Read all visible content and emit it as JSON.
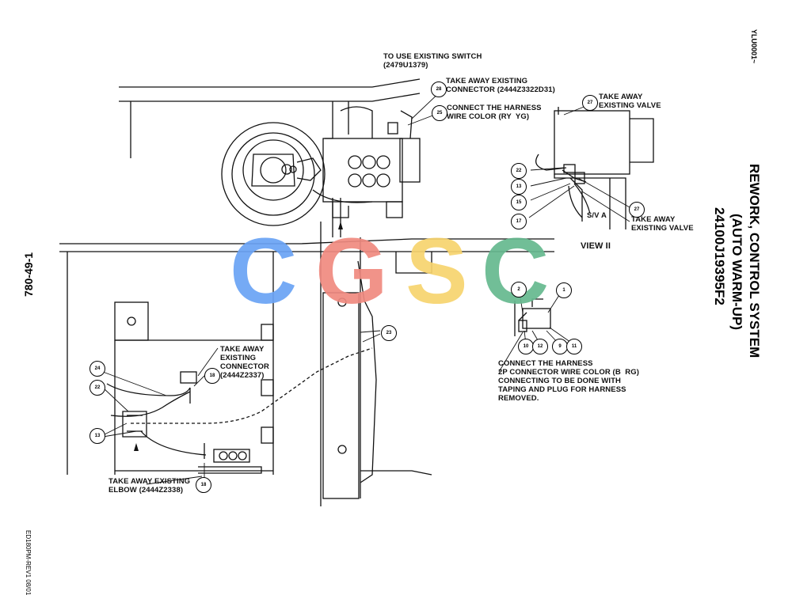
{
  "title": {
    "line1": "REWORK, CONTROL SYSTEM",
    "line2": "(AUTO WARM-UP)",
    "line3": "24100J19395F2"
  },
  "page_code": "YLU0001~",
  "page_number": "780-49-1",
  "footer_code": "ED180PM-REV1  08/01",
  "view_label": "VIEW II",
  "watermark": {
    "letters": [
      "C",
      "G",
      "S",
      "C"
    ],
    "colors": [
      "#6aa3f5",
      "#f08a80",
      "#f7d46e",
      "#66b98f"
    ]
  },
  "notes": {
    "use_switch": "TO USE EXISTING SWITCH\n(2479U1379)",
    "take_away_connector_top": "TAKE AWAY EXISTING\nCONNECTOR (2444Z3322D31)",
    "connect_harness_top": "CONNECT THE HARNESS\nWIRE COLOR (RY  YG)",
    "take_away_valve_top": "TAKE AWAY\nEXISTING VALVE",
    "take_away_valve_bottom": "TAKE AWAY\nEXISTING VALVE",
    "sv_a": "S/V A",
    "take_away_connector_mid": "TAKE AWAY\nEXISTING\nCONNECTOR\n(2444Z2337)",
    "take_away_elbow": "TAKE AWAY EXISTING\nELBOW (2444Z2338)",
    "connect_harness_2p": "CONNECT THE HARNESS\n2P CONNECTOR WIRE COLOR (B  RG)\nCONNECTING TO BE DONE WITH\nTAPING AND PLUG FOR HARNESS\nREMOVED."
  },
  "callouts": {
    "c28": "28",
    "c25a": "25",
    "c27a": "27",
    "c22a": "22",
    "c13a": "13",
    "c15": "15",
    "c17": "17",
    "c27b": "27",
    "c23": "23",
    "c24": "24",
    "c22b": "22",
    "c13b": "13",
    "c18a": "18",
    "c18b": "18",
    "c2": "2",
    "c1": "1",
    "c10": "10",
    "c12": "12",
    "c9": "9",
    "c11": "11"
  }
}
